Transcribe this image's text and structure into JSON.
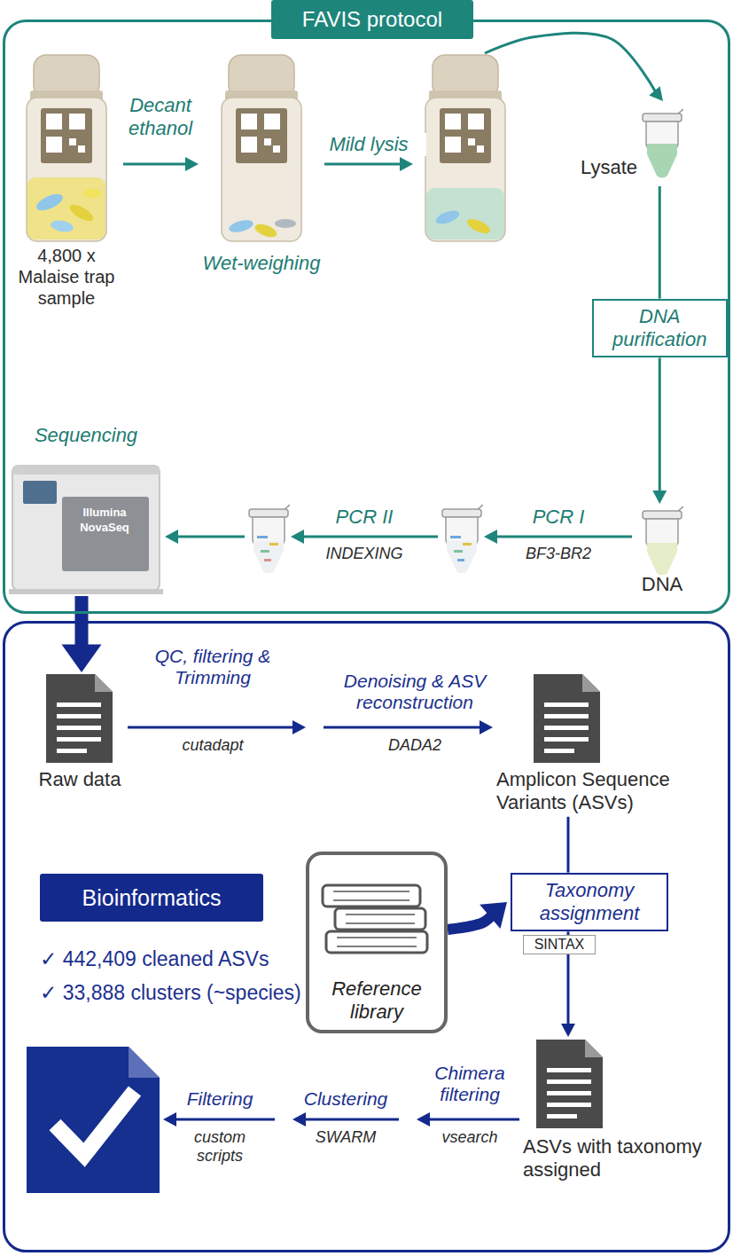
{
  "diagram": {
    "nodes": [
      {
        "text": [
          "FAVIS protocol"
        ]
      },
      {
        "text": [
          "4,800 x Malaise trap sample"
        ],
        "in": 0
      },
      {
        "text": [
          "Wet-weighing"
        ],
        "in": 0
      },
      {
        "text": [],
        "in": 0
      },
      {
        "text": [
          "Lysate"
        ],
        "in": 0
      },
      {
        "text": [
          "DNA purification"
        ],
        "in": 0
      },
      {
        "text": [
          "DNA"
        ],
        "in": 0
      },
      {
        "text": [],
        "in": 0
      },
      {
        "text": [],
        "in": 0
      },
      {
        "text": [
          "Sequencing",
          "Illumina NovaSeq"
        ],
        "in": 0
      },
      {
        "text": [
          "Bioinformatics"
        ]
      },
      {
        "text": [
          "Raw data"
        ],
        "in": 10
      },
      {
        "text": [
          "Amplicon Sequence Variants (ASVs)"
        ],
        "in": 10
      },
      {
        "text": [
          "Reference library"
        ],
        "in": 10
      },
      {
        "text": [
          "Taxonomy assignment"
        ],
        "in": 10
      },
      {
        "text": [
          "ASVs with taxonomy assigned"
        ],
        "in": 10
      },
      {
        "text": [
          "✓ 442,409 cleaned ASVs",
          "✓ 33,888 clusters (~species)"
        ],
        "in": 10
      }
    ],
    "edges": [
      {
        "from": 1,
        "to": 2,
        "label": "Decant ethanol",
        "arrow": "to"
      },
      {
        "from": 2,
        "to": 3,
        "label": "Mild lysis",
        "arrow": "to"
      },
      {
        "from": 3,
        "to": 4,
        "arrow": "to"
      },
      {
        "from": 4,
        "to": 5,
        "arrow": "none"
      },
      {
        "from": 5,
        "to": 6,
        "arrow": "to"
      },
      {
        "from": 6,
        "to": 7,
        "label": "PCR I",
        "arrow": "to"
      },
      {
        "from": 7,
        "to": 8,
        "label": "PCR II",
        "arrow": "to"
      },
      {
        "from": 8,
        "to": 9,
        "arrow": "to"
      },
      {
        "from": 9,
        "to": 11,
        "arrow": "to"
      },
      {
        "from": 11,
        "to": 12,
        "arrow": "to"
      },
      {
        "from": 12,
        "to": 14,
        "arrow": "none"
      },
      {
        "from": 13,
        "to": 14,
        "arrow": "to"
      },
      {
        "from": 14,
        "to": 15,
        "arrow": "to"
      },
      {
        "from": 15,
        "to": 16,
        "arrow": "to"
      }
    ],
    "labels": [
      "BF3-BR2",
      "INDEXING",
      "QC, filtering & Trimming",
      "cutadapt",
      "Denoising & ASV reconstruction",
      "DADA2",
      "SINTAX",
      "Chimera filtering",
      "vsearch",
      "Clustering",
      "SWARM",
      "Filtering",
      "custom scripts"
    ]
  }
}
